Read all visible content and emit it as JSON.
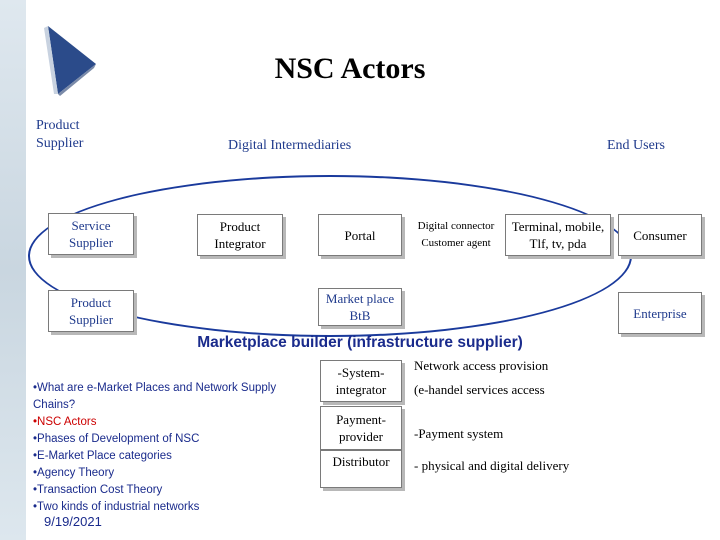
{
  "title": "NSC Actors",
  "columns": {
    "product_supplier": "Product Supplier",
    "digital_intermediaries": "Digital Intermediaries",
    "end_users": "End Users"
  },
  "boxes": {
    "service_supplier": "Service Supplier",
    "product_integrator": "Product Integrator",
    "portal": "Portal",
    "digital_connector": "Digital connector",
    "customer_agent": "Customer agent",
    "terminal": "Terminal, mobile,",
    "terminal_sub": "Tlf, tv, pda",
    "consumer": "Consumer",
    "product_supplier_2": "Product Supplier",
    "marketplace": "Market place",
    "marketplace_sub": "BtB",
    "enterprise": "Enterprise"
  },
  "marketplace_builder": {
    "heading": "Marketplace builder (infrastructure supplier)",
    "system_integrator": "-System-integrator",
    "payment_provider": "Payment-provider",
    "distributor": "Distributor",
    "network_access": "Network access provision",
    "ehandel": "(e-handel services access",
    "payment_system": "-Payment system",
    "delivery": "- physical and digital delivery"
  },
  "bullets": [
    {
      "text": "•What are e-Market Places and Network Supply Chains?",
      "active": false
    },
    {
      "text": "•NSC Actors",
      "active": true
    },
    {
      "text": "•Phases of Development of NSC",
      "active": false
    },
    {
      "text": "•E-Market Place categories",
      "active": false
    },
    {
      "text": "•Agency Theory",
      "active": false
    },
    {
      "text": "•Transaction Cost Theory",
      "active": false
    },
    {
      "text": "•Two kinds of industrial networks",
      "active": false
    }
  ],
  "date": "9/19/2021",
  "colors": {
    "accent_blue": "#1a3a9c",
    "highlight_red": "#cc0000"
  },
  "icons": [
    "slide-arrow-logo-icon"
  ]
}
